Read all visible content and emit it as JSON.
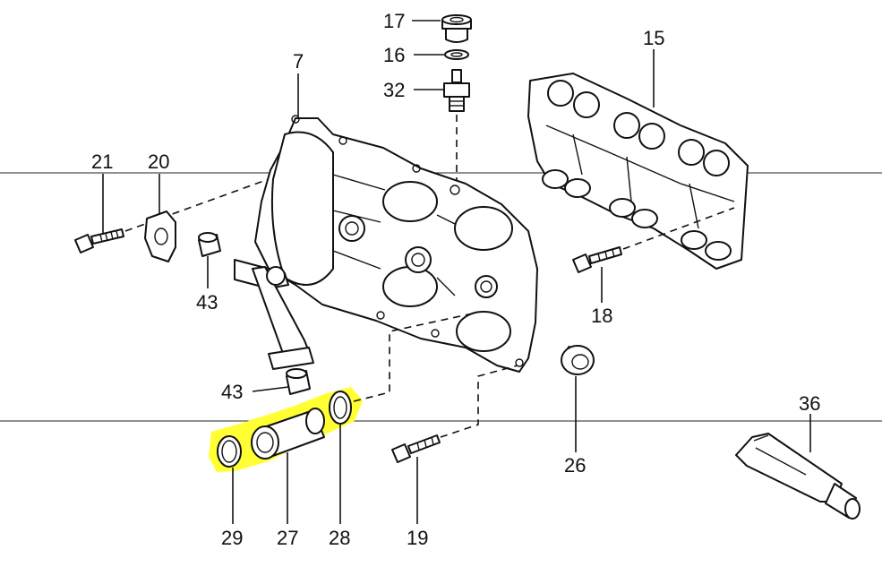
{
  "callouts": [
    {
      "id": "17",
      "text": "17"
    },
    {
      "id": "16",
      "text": "16"
    },
    {
      "id": "32",
      "text": "32"
    },
    {
      "id": "7",
      "text": "7"
    },
    {
      "id": "15",
      "text": "15"
    },
    {
      "id": "21",
      "text": "21"
    },
    {
      "id": "20",
      "text": "20"
    },
    {
      "id": "43a",
      "text": "43"
    },
    {
      "id": "18",
      "text": "18"
    },
    {
      "id": "43b",
      "text": "43"
    },
    {
      "id": "26",
      "text": "26"
    },
    {
      "id": "36",
      "text": "36"
    },
    {
      "id": "29",
      "text": "29"
    },
    {
      "id": "27",
      "text": "27"
    },
    {
      "id": "28",
      "text": "28"
    },
    {
      "id": "19",
      "text": "19"
    }
  ],
  "highlight": {
    "color": "#ffff33",
    "parts": [
      "29",
      "27",
      "28"
    ]
  },
  "colors": {
    "ink": "#111111",
    "background": "#ffffff"
  }
}
